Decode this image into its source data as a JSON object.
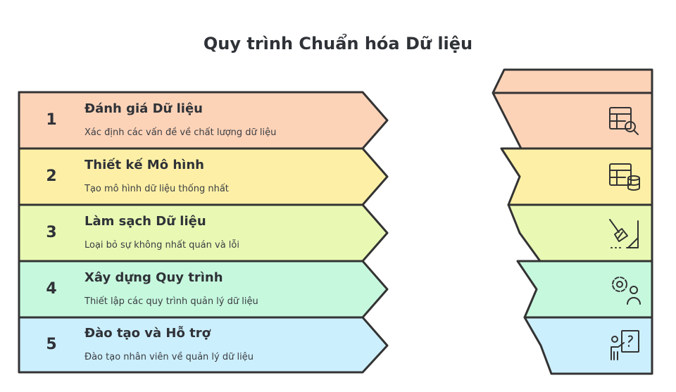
{
  "title": "Quy trình Chuẩn hóa Dữ liệu",
  "steps": [
    {
      "number": "1",
      "title": "Đánh giá Dữ liệu",
      "description": "Xác định các vấn đề về chất lượng dữ liệu",
      "color": "#fdd3b8",
      "icon": "table-search-icon"
    },
    {
      "number": "2",
      "title": "Thiết kế Mô hình",
      "description": "Tạo mô hình dữ liệu thống nhất",
      "color": "#fdf0a6",
      "icon": "table-database-icon"
    },
    {
      "number": "3",
      "title": "Làm sạch Dữ liệu",
      "description": "Loại bỏ sự không nhất quán và lỗi",
      "color": "#e9f9b4",
      "icon": "broom-icon"
    },
    {
      "number": "4",
      "title": "Xây dựng Quy trình",
      "description": "Thiết lập các quy trình quản lý dữ liệu",
      "color": "#c6f8de",
      "icon": "gear-person-icon"
    },
    {
      "number": "5",
      "title": "Đào tạo và Hỗ trợ",
      "description": "Đào tạo nhân viên về quản lý dữ liệu",
      "color": "#cceffd",
      "icon": "presenter-board-icon"
    }
  ],
  "border_color": "#333333"
}
